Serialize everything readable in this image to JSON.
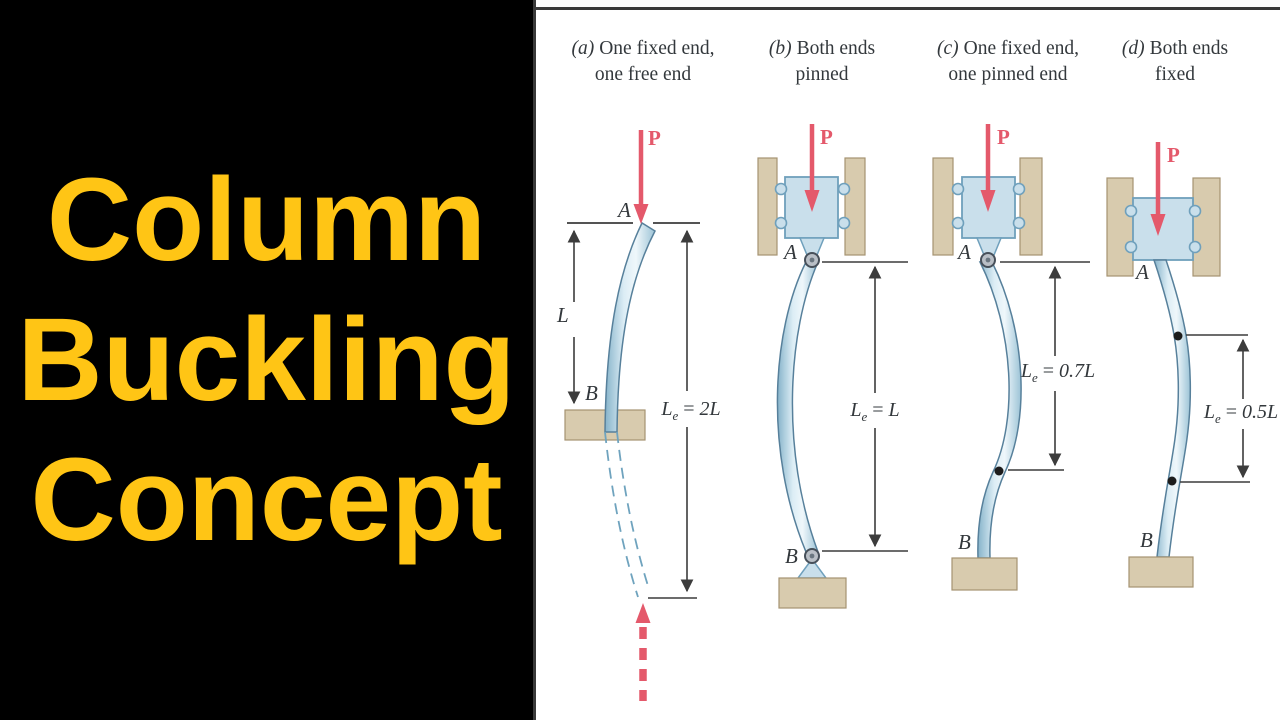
{
  "left_panel": {
    "title_lines": [
      "Column",
      "Buckling",
      "Concept"
    ],
    "text_color": "#FFC515",
    "background": "#000000"
  },
  "figure": {
    "force_label": "P",
    "point_a": "A",
    "point_b": "B",
    "length_label": "L",
    "le_symbol": "L",
    "le_sub": "e",
    "equals": "=",
    "columns": [
      {
        "id": "a",
        "letter": "(a)",
        "desc_line1": "One fixed end,",
        "desc_line2": "one free end",
        "le_value": "2L"
      },
      {
        "id": "b",
        "letter": "(b)",
        "desc_line1": "Both ends",
        "desc_line2": "pinned",
        "le_value": "L"
      },
      {
        "id": "c",
        "letter": "(c)",
        "desc_line1": "One fixed end,",
        "desc_line2": "one pinned end",
        "le_value": "0.7L"
      },
      {
        "id": "d",
        "letter": "(d)",
        "desc_line1": "Both ends",
        "desc_line2": "fixed",
        "le_value": "0.5L"
      }
    ],
    "colors": {
      "load_red": "#E4596B",
      "column_fill": "#C9DFEB",
      "column_edge": "#57809B",
      "support_tan": "#D8CBAE",
      "support_edge": "#A59371",
      "pin_fill": "#B9BFC6",
      "dim_line": "#3C3C3C"
    }
  }
}
